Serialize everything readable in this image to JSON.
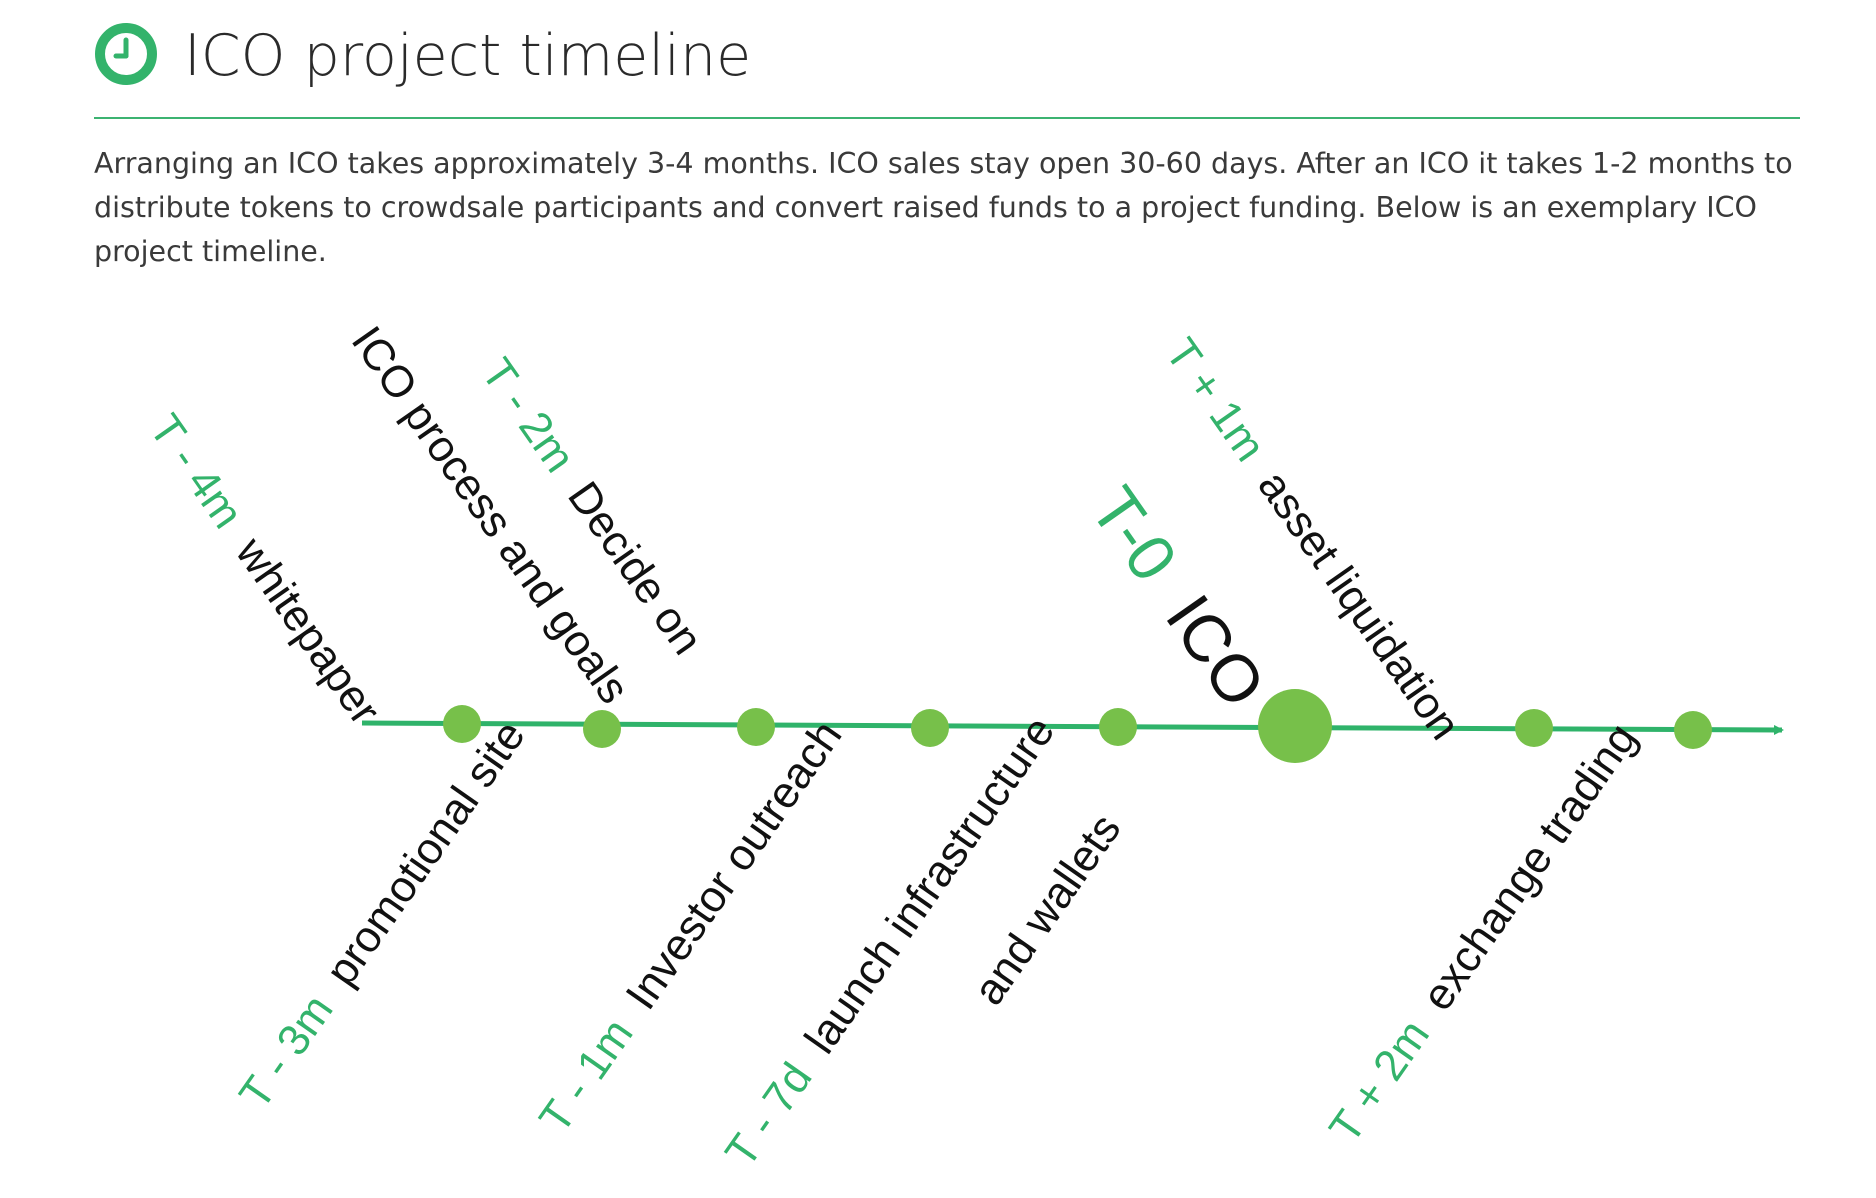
{
  "header": {
    "title": "ICO project timeline",
    "icon": "clock-icon",
    "accent_color": "#3cb371"
  },
  "intro": {
    "text": "Arranging an ICO takes approximately 3-4 months. ICO sales stay open 30-60 days. After an ICO it takes 1-2 months to distribute tokens to crowdsale participants and convert raised funds to a project funding. Below is an exemplary ICO project timeline."
  },
  "timeline": {
    "axis_color": "#2fb36a",
    "dot_color": "#77c04a",
    "milestones": [
      {
        "code": "T - 4m",
        "text": "whitepaper",
        "side": "above"
      },
      {
        "code": "T - 3m",
        "text": "promotional site",
        "side": "below"
      },
      {
        "code": "T - 2m",
        "text": "Decide on",
        "text_line2": "ICO process and goals",
        "side": "above"
      },
      {
        "code": "T - 1m",
        "text": "Investor outreach",
        "side": "below"
      },
      {
        "code": "T - 7d",
        "text": "launch infrastructure",
        "text_line2": "and wallets",
        "side": "below"
      },
      {
        "code": "T-0",
        "text": "ICO",
        "side": "above",
        "major": true
      },
      {
        "code": "T + 1m",
        "text": "asset liquidation",
        "side": "above"
      },
      {
        "code": "T + 2m",
        "text": "exchange trading",
        "side": "below"
      }
    ]
  }
}
